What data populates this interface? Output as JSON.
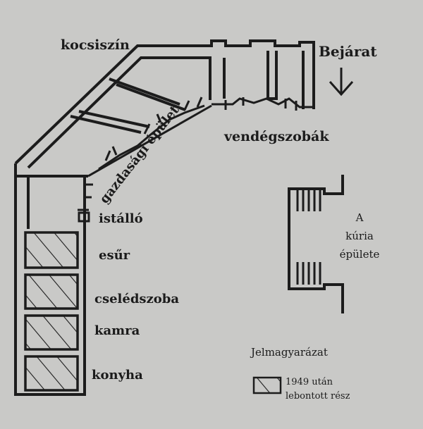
{
  "labels": {
    "kocsiszin": "kocsiszín",
    "bejarat": "Bejárat",
    "vendegszobak": "vendégszobák",
    "gazdasagi": "gazdasági épület",
    "istallo": "istálló",
    "esur": "esűr",
    "cseledszoba": "cselédszoba",
    "kamra": "kamra",
    "konyha": "konyha",
    "kuria_line1": "A",
    "kuria_line2": "kúria",
    "kuria_line3": "épülete"
  },
  "legend": {
    "title": "Jelmagyarázat",
    "line1": "1949 után",
    "line2": "lebontott rész"
  },
  "colors": {
    "background": "#c9c9c7",
    "ink": "#1c1c1c"
  }
}
